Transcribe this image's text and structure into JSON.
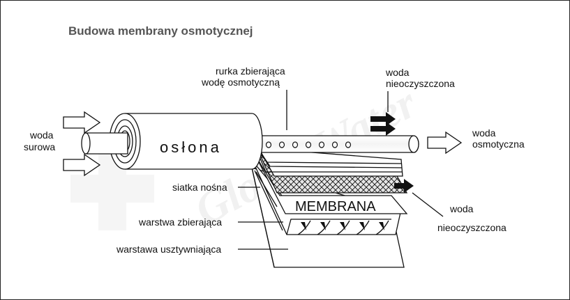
{
  "title": "Budowa membrany osmotycznej",
  "labels": {
    "raw_water": [
      "woda",
      "surowa"
    ],
    "housing": "osłona",
    "collector_tube": [
      "rurka zbierająca",
      "wodę osmotyczną"
    ],
    "untreated_top": [
      "woda",
      "nieoczyszczona"
    ],
    "osmotic_water": [
      "woda",
      "osmotyczna"
    ],
    "support_mesh": "siatka nośna",
    "membrane": "MEMBRANA",
    "untreated_right": [
      "woda",
      "nieoczyszczona"
    ],
    "collecting_layer": "warstwa zbierająca",
    "stiffening_layer": "warstawa usztywniająca"
  },
  "watermark": "Global Water",
  "colors": {
    "line": "#111111",
    "title": "#555555",
    "arrow_fill": "#111111",
    "mesh_fill": "#d8d8d8"
  }
}
